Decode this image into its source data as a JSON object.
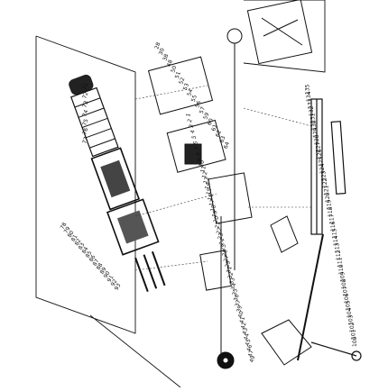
{
  "diagram": {
    "style": "exploded-parts-drawing",
    "colors": {
      "ink": "#111111",
      "paper": "#ffffff"
    },
    "callouts": {
      "left_vertical": [
        "71",
        "72",
        "73",
        "74",
        "75",
        "76",
        "77"
      ],
      "top_cluster": [
        "28",
        "30",
        "38",
        "48",
        "50",
        "51",
        "52",
        "53",
        "54",
        "55",
        "56",
        "57",
        "59",
        "60",
        "61",
        "62",
        "63",
        "64"
      ],
      "right_column": [
        "100",
        "101",
        "102",
        "103",
        "104",
        "105",
        "106",
        "107",
        "108",
        "109",
        "110",
        "111",
        "112",
        "113",
        "114",
        "115",
        "116",
        "117",
        "118",
        "119",
        "120",
        "121",
        "122",
        "123",
        "124",
        "125",
        "126",
        "127",
        "128",
        "129",
        "130",
        "131",
        "132",
        "133",
        "134",
        "135"
      ],
      "center_body": [
        "1",
        "2",
        "3",
        "4",
        "5",
        "6",
        "7",
        "8",
        "9",
        "10",
        "11",
        "12",
        "13",
        "14",
        "15",
        "16",
        "17",
        "18",
        "19",
        "20",
        "21",
        "22",
        "23",
        "24",
        "25",
        "26",
        "27",
        "29",
        "31",
        "32",
        "33",
        "34",
        "35",
        "36",
        "37",
        "39",
        "40",
        "41",
        "42",
        "43",
        "44",
        "45",
        "46",
        "47",
        "49"
      ],
      "lower_left": [
        "78",
        "79",
        "80",
        "81",
        "82",
        "83",
        "84",
        "85",
        "86",
        "87",
        "88",
        "89",
        "90",
        "91",
        "92",
        "93"
      ]
    }
  }
}
